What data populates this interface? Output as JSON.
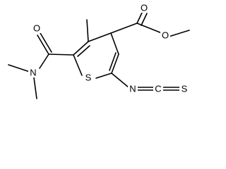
{
  "molecule": {
    "atoms": {
      "O_carbonyl_top": "O",
      "O_amide": "O",
      "O_ester": "O",
      "N_amide": "N",
      "S_ring": "S",
      "N_iso": "N",
      "C_iso": "C",
      "S_iso": "S"
    }
  },
  "colors": {
    "bond": "#000000",
    "background": "#ffffff"
  }
}
